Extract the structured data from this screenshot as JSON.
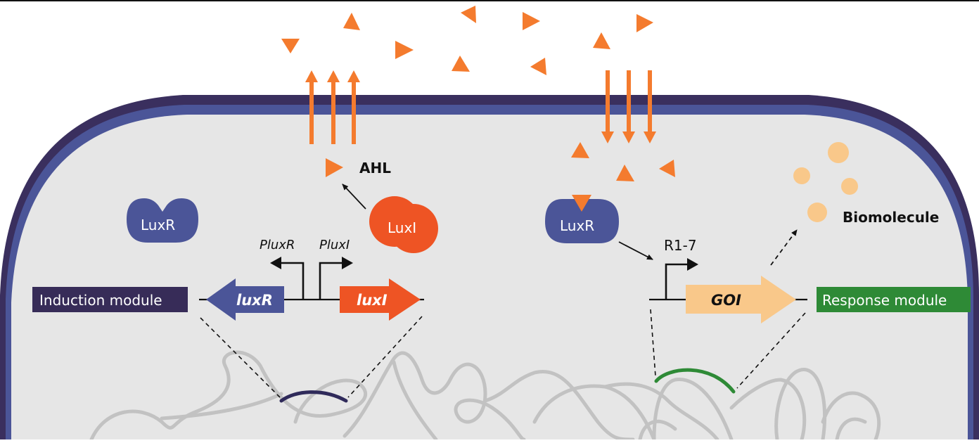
{
  "colors": {
    "membrane_outer": "#3a2f5e",
    "membrane_inner": "#4b5598",
    "cytoplasm": "#e6e6e6",
    "ahl": "#f47b2e",
    "luxr": "#4b5598",
    "luxi": "#ee5424",
    "goi": "#f9c88a",
    "biomolecule": "#f9c88a",
    "induction_module_bg": "#372c58",
    "response_module_bg": "#2e8a36",
    "dna_induction": "#2f2a5a",
    "dna_response": "#2e8a36",
    "chromosome": "#c2c2c2",
    "line": "#111111"
  },
  "labels": {
    "ahl": "AHL",
    "biomolecule": "Biomolecule",
    "luxr_free": "LuxR",
    "luxr_bound": "LuxR",
    "luxi_protein": "LuxI",
    "promoter_luxr": "PluxR",
    "promoter_luxi": "PluxI",
    "promoter_r17": "R1-7"
  },
  "modules": {
    "induction": {
      "label": "Induction module",
      "genes": [
        {
          "name": "luxR",
          "direction": "left"
        },
        {
          "name": "luxI",
          "direction": "right"
        }
      ]
    },
    "response": {
      "label": "Response module",
      "genes": [
        {
          "name": "GOI",
          "direction": "right"
        }
      ]
    }
  },
  "flows": {
    "export_arrows": 3,
    "import_arrows": 3
  }
}
